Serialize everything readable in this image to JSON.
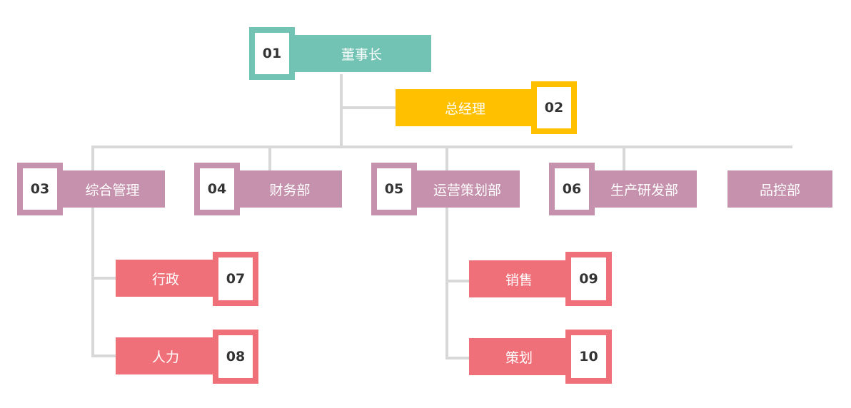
{
  "colors": {
    "chairman": "#72c3b4",
    "manager": "#ffc000",
    "department": "#c591ad",
    "subunit": "#f07079",
    "connector": "#d8d8d8",
    "number_text": "#333333"
  },
  "nodes": {
    "chairman": {
      "number": "01",
      "label": "董事长"
    },
    "gm": {
      "number": "02",
      "label": "总经理"
    },
    "general": {
      "number": "03",
      "label": "综合管理"
    },
    "finance": {
      "number": "04",
      "label": "财务部"
    },
    "operations": {
      "number": "05",
      "label": "运营策划部"
    },
    "production": {
      "number": "06",
      "label": "生产研发部"
    },
    "quality": {
      "label": "品控部"
    },
    "admin": {
      "number": "07",
      "label": "行政"
    },
    "hr": {
      "number": "08",
      "label": "人力"
    },
    "sales": {
      "number": "09",
      "label": "销售"
    },
    "planning": {
      "number": "10",
      "label": "策划"
    }
  }
}
